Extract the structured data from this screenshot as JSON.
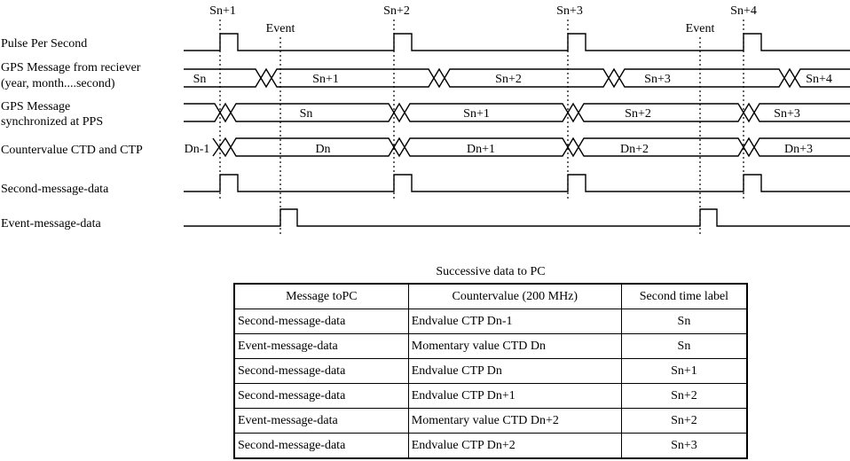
{
  "diagram": {
    "signals": [
      "Pulse Per Second",
      "GPS Message from reciever",
      "(year, month....second)",
      "GPS Message",
      "synchronized at PPS",
      "Countervalue CTD and CTP",
      "Second-message-data",
      "Event-message-data"
    ],
    "pps_labels": [
      "Sn+1",
      "Sn+2",
      "Sn+3",
      "Sn+4"
    ],
    "event_labels": [
      "Event",
      "Event"
    ],
    "gps_receiver_segments": [
      "Sn",
      "Sn+1",
      "Sn+2",
      "Sn+3",
      "Sn+4"
    ],
    "gps_sync_segments": [
      "Sn",
      "Sn+1",
      "Sn+2",
      "Sn+3"
    ],
    "counter_segments": [
      "Dn-1",
      "Dn",
      "Dn+1",
      "Dn+2",
      "Dn+3"
    ]
  },
  "table": {
    "caption": "Successive data to PC",
    "headers": [
      "Message toPC",
      "Countervalue (200 MHz)",
      "Second time label"
    ],
    "rows": [
      [
        "Second-message-data",
        "Endvalue CTP Dn-1",
        "Sn"
      ],
      [
        "Event-message-data",
        "Momentary  value CTD Dn",
        "Sn"
      ],
      [
        "Second-message-data",
        "Endvalue CTP Dn",
        "Sn+1"
      ],
      [
        "Second-message-data",
        "Endvalue CTP Dn+1",
        "Sn+2"
      ],
      [
        "Event-message-data",
        "Momentary  value CTD Dn+2",
        "Sn+2"
      ],
      [
        "Second-message-data",
        "Endvalue CTP Dn+2",
        "Sn+3"
      ]
    ]
  }
}
